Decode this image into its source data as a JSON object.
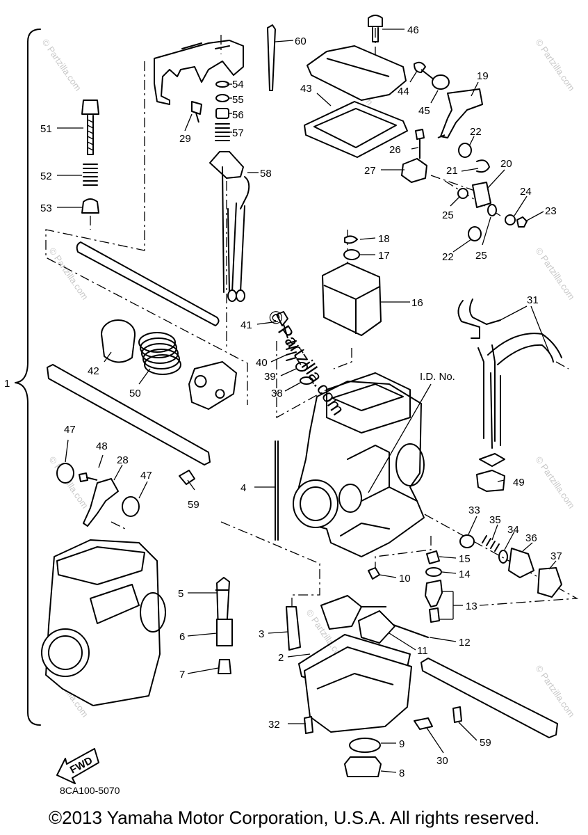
{
  "diagram": {
    "part_labels": [
      "1",
      "2",
      "3",
      "4",
      "5",
      "6",
      "7",
      "8",
      "9",
      "10",
      "11",
      "12",
      "13",
      "14",
      "15",
      "16",
      "17",
      "18",
      "19",
      "20",
      "21",
      "22",
      "22",
      "23",
      "24",
      "25",
      "25",
      "26",
      "27",
      "28",
      "29",
      "30",
      "31",
      "32",
      "33",
      "34",
      "35",
      "36",
      "37",
      "38",
      "39",
      "40",
      "41",
      "42",
      "43",
      "44",
      "45",
      "46",
      "47",
      "47",
      "48",
      "49",
      "50",
      "51",
      "52",
      "53",
      "54",
      "55",
      "56",
      "57",
      "58",
      "59",
      "59",
      "60"
    ],
    "id_label": "I.D. No.",
    "direction_badge": "FWD",
    "drawing_code": "8CA100-5070",
    "watermark": "© Partzilla.com",
    "copyright": "©2013 Yamaha Motor Corporation, U.S.A. All rights reserved."
  }
}
